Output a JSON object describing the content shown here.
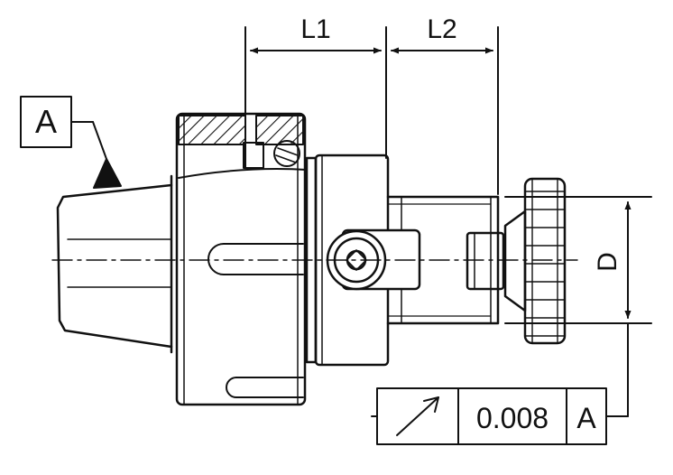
{
  "dimensions": {
    "l1": "L1",
    "l2": "L2",
    "d": "D"
  },
  "datum": {
    "letter": "A"
  },
  "feature_control_frame": {
    "symbol": "circular-runout",
    "tolerance": "0.008",
    "datum_ref": "A"
  },
  "colors": {
    "line": "#111111",
    "background": "#ffffff"
  }
}
